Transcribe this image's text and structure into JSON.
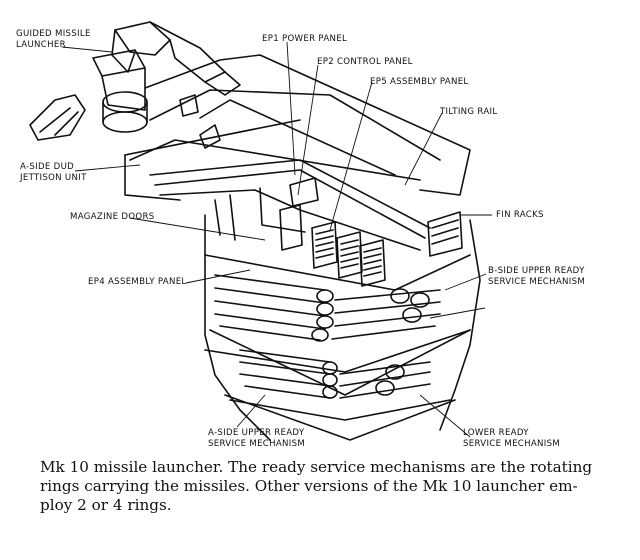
{
  "labels": {
    "guided_missile_launcher": "GUIDED MISSILE\nLAUNCHER",
    "ep1_power_panel": "EP1 POWER PANEL",
    "ep2_control_panel": "EP2 CONTROL PANEL",
    "ep5_assembly_panel": "EP5 ASSEMBLY PANEL",
    "tilting_rail": "TILTING RAIL",
    "a_side_dud_jettison_unit": "A-SIDE DUD\nJETTISON UNIT",
    "magazine_doors": "MAGAZINE DOORS",
    "fin_racks": "FIN RACKS",
    "ep4_assembly_panel": "EP4 ASSEMBLY PANEL",
    "b_side_upper_ready_service_mechanism": "B-SIDE UPPER READY\nSERVICE MECHANISM",
    "a_side_upper_ready_service_mechanism": "A-SIDE UPPER READY\nSERVICE MECHANISM",
    "lower_ready_service_mechanism": "LOWER READY\nSERVICE MECHANISM"
  },
  "caption": {
    "line1": "Mk 10 missile launcher. The ready service mechanisms are the rotating",
    "line2": "rings carrying the missiles. Other versions of the Mk 10 launcher em-",
    "line3": "ploy 2 or 4 rings."
  }
}
